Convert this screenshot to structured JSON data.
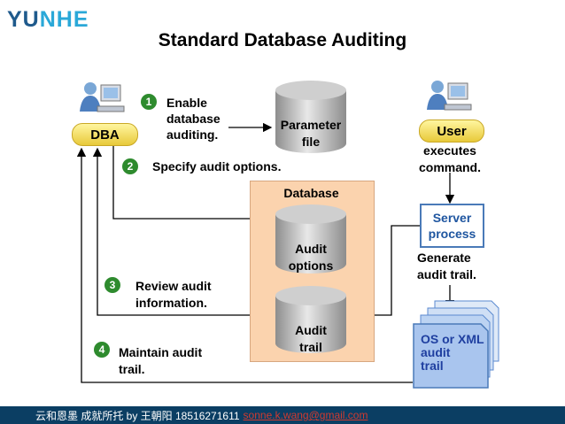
{
  "logo": {
    "text_a": "YU",
    "text_b": "NHE"
  },
  "title": "Standard Database Auditing",
  "dba_label": "DBA",
  "user_label": "User",
  "user_action": [
    "executes",
    "command."
  ],
  "step1": {
    "num": "1",
    "text": [
      "Enable",
      "database",
      "auditing."
    ]
  },
  "step2": {
    "num": "2",
    "text": "Specify audit options."
  },
  "step3": {
    "num": "3",
    "text": [
      "Review audit",
      "information."
    ]
  },
  "step4": {
    "num": "4",
    "text": [
      "Maintain audit",
      "trail."
    ]
  },
  "parameter_file": [
    "Parameter",
    "file"
  ],
  "database_label": "Database",
  "audit_options": [
    "Audit",
    "options"
  ],
  "audit_trail": [
    "Audit",
    "trail"
  ],
  "server_process": [
    "Server",
    "process"
  ],
  "generate": [
    "Generate",
    "audit trail."
  ],
  "os_xml": [
    "OS or XML",
    "audit",
    "trail"
  ],
  "footer": {
    "text": "云和恩墨 成就所托 by 王朝阳 18516271611",
    "email": "sonne.k.wang@gmail.com"
  },
  "colors": {
    "footer_bg": "#0b3e63",
    "step_circle": "#2e8b2e",
    "db_panel": "#fbd3ae",
    "server_border": "#4a7ab8"
  }
}
